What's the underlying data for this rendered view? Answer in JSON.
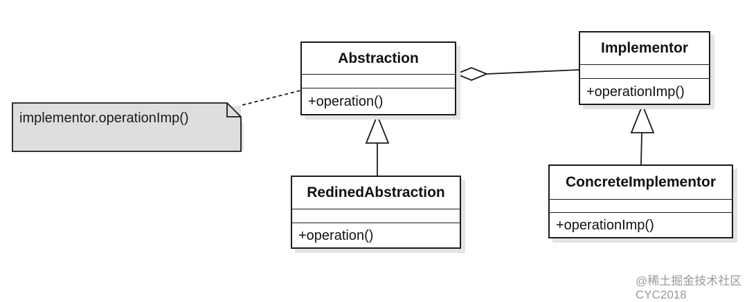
{
  "classes": {
    "abstraction": {
      "name": "Abstraction",
      "operation": "+operation()"
    },
    "implementor": {
      "name": "Implementor",
      "operation": "+operationImp()"
    },
    "refined_abstraction": {
      "name": "RedinedAbstraction",
      "operation": "+operation()"
    },
    "concrete_implementor": {
      "name": "ConcreteImplementor",
      "operation": "+operationImp()"
    }
  },
  "note": {
    "text": "implementor.operationImp()"
  },
  "watermark": {
    "text": "@稀土掘金技术社区 CYC2018"
  },
  "colors": {
    "line": "#1a1a1a",
    "note_fill": "#dedede",
    "shadow": "#e4e4e4"
  }
}
